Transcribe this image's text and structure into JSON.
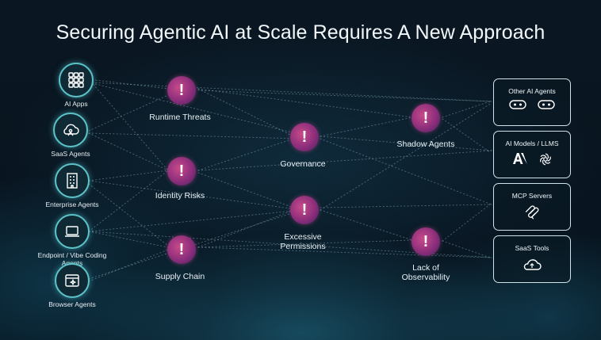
{
  "title": "Securing Agentic AI at Scale Requires A New Approach",
  "sources": [
    {
      "label": "AI Apps",
      "icon": "app-grid-icon"
    },
    {
      "label": "SaaS Agents",
      "icon": "cloud-agent-icon"
    },
    {
      "label": "Enterprise Agents",
      "icon": "building-icon"
    },
    {
      "label": "Endpoint / Vibe Coding Agents",
      "icon": "laptop-icon"
    },
    {
      "label": "Browser Agents",
      "icon": "browser-sparkle-icon"
    }
  ],
  "risks": [
    {
      "label": "Runtime Threats"
    },
    {
      "label": "Identity Risks"
    },
    {
      "label": "Supply Chain"
    },
    {
      "label": "Governance"
    },
    {
      "label": "Excessive Permissions"
    },
    {
      "label": "Shadow Agents"
    },
    {
      "label": "Lack of Observability"
    }
  ],
  "alert_symbol": "!",
  "targets": [
    {
      "label": "Other AI Agents",
      "icons": [
        "robot-face-icon",
        "robot-face-icon"
      ]
    },
    {
      "label": "AI Models / LLMS",
      "icons": [
        "anthropic-logo-icon",
        "openai-logo-icon"
      ]
    },
    {
      "label": "MCP Servers",
      "icons": [
        "mcp-logo-icon"
      ]
    },
    {
      "label": "SaaS Tools",
      "icons": [
        "cloud-icon"
      ]
    }
  ],
  "colors": {
    "accent_teal": "#5cc3c9",
    "alert_magenta": "#8c2e7b",
    "background": "#06121d"
  }
}
